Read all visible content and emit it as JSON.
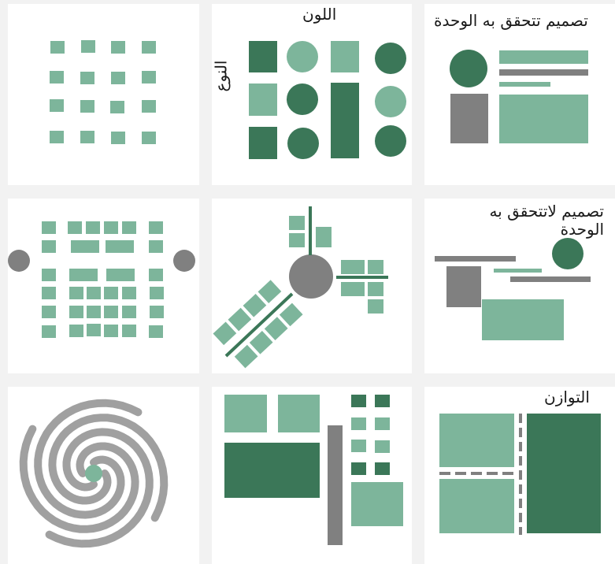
{
  "palette": {
    "light_green": "#7db59b",
    "dark_green": "#3b7758",
    "gray": "#808080",
    "swirl_gray": "#a0a0a0"
  },
  "panels": {
    "color_type": {
      "title": "اللون",
      "side_label": "النوع"
    },
    "unity": {
      "title": "تصميم تتحقق به الوحدة"
    },
    "no_unity": {
      "title": "تصميم لاتتحقق به الوحدة"
    },
    "balance": {
      "title": "التوازن"
    }
  }
}
